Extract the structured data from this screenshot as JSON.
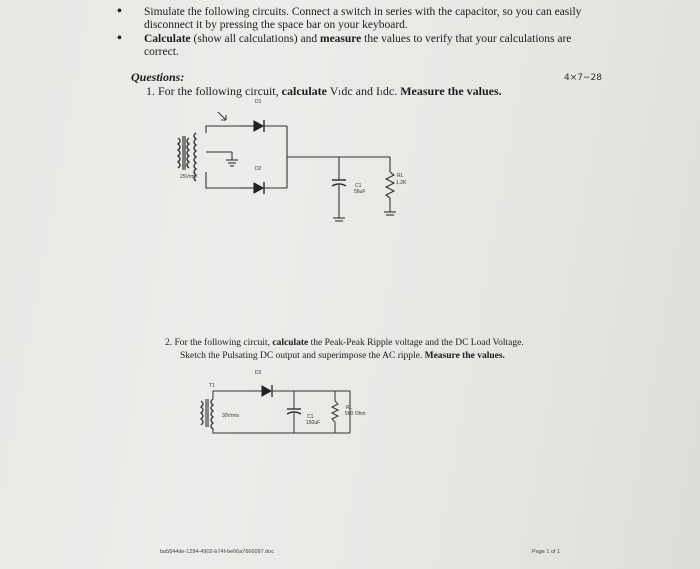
{
  "instructions": [
    {
      "bullet": "•",
      "lines": [
        {
          "parts": [
            {
              "text": "Simulate the following circuits. Connect a switch in series with the capacitor, so you can easily",
              "bold": false
            }
          ]
        },
        {
          "parts": [
            {
              "text": "disconnect it by pressing the space bar on your keyboard.",
              "bold": false
            }
          ]
        }
      ]
    },
    {
      "bullet": "•",
      "lines": [
        {
          "parts": [
            {
              "text": "Calculate",
              "bold": true
            },
            {
              "text": " (show all calculations) and ",
              "bold": false
            },
            {
              "text": "measure",
              "bold": true
            },
            {
              "text": " the values to verify that your calculations are",
              "bold": false
            }
          ]
        },
        {
          "parts": [
            {
              "text": "correct.",
              "bold": false
            }
          ]
        }
      ]
    }
  ],
  "questions_heading": "Questions:",
  "margin_note": "4×7−28",
  "q1": {
    "prefix": "1.  For the following circuit, ",
    "calc": "calculate",
    "vars": " Vₗdc and Iₗdc. ",
    "measure": "Measure the values.",
    "labels": {
      "diode1": "D1",
      "diode2": "D2",
      "transformer": "25Vrms",
      "cap_name": "C1",
      "cap_value": "56uF",
      "res_name": "RL",
      "res_value": "1.2K"
    }
  },
  "q2": {
    "line1_prefix": "2.  For the following circuit, ",
    "line1_calc": "calculate",
    "line1_rest": " the Peak-Peak Ripple voltage and the DC Load Voltage.",
    "line2_prefix": "Sketch the Pulsating DC output and superimpose the AC ripple. ",
    "line2_measure": "Measure the values.",
    "labels": {
      "diode": "D2",
      "transformer_name": "T1",
      "transformer": "30Vrms",
      "cap_name": "C1",
      "cap_value": "150uF",
      "res_name": "RL",
      "res_value": "560 Ohm"
    }
  },
  "footer": {
    "filename": "ba5844de-1294-4902-b74f-be66a7666097.doc",
    "page": "Page 1 of 1"
  }
}
